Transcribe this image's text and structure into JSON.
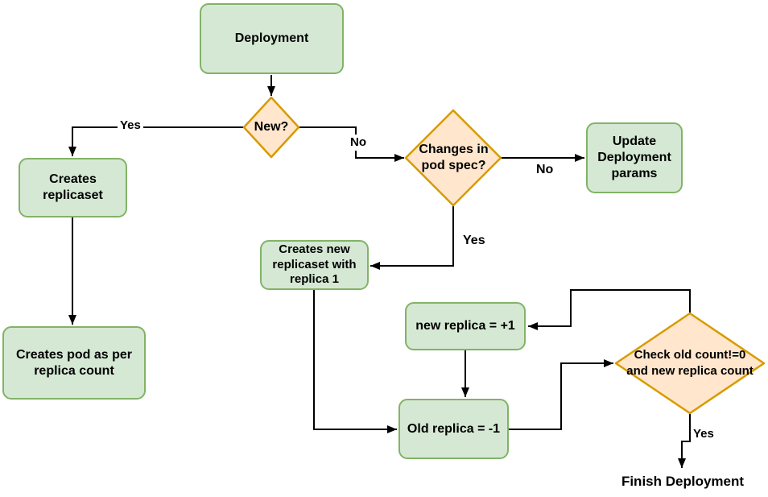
{
  "diagram": {
    "title": "Kubernetes Deployment flowchart",
    "background": "#ffffff",
    "colors": {
      "process_fill": "#d5e8d4",
      "process_stroke": "#82b366",
      "decision_fill": "#ffe6cc",
      "decision_stroke": "#d79b00",
      "connector": "#000000",
      "text": "#000000",
      "label_bg": "#ffffff"
    },
    "nodes": {
      "deployment": {
        "label": "Deployment",
        "type": "process"
      },
      "new_decision": {
        "label": "New?",
        "type": "decision"
      },
      "creates_replicaset": {
        "label": "Creates\nreplicaset",
        "type": "process"
      },
      "creates_pod": {
        "label": "Creates pod as per\nreplica count",
        "type": "process"
      },
      "changes_decision": {
        "label": "Changes in\npod spec?",
        "type": "decision"
      },
      "update_params": {
        "label": "Update\nDeployment\nparams",
        "type": "process"
      },
      "creates_new_replicaset": {
        "label": "Creates new\nreplicaset with\nreplica 1",
        "type": "process"
      },
      "new_replica": {
        "label": "new replica = +1",
        "type": "process"
      },
      "old_replica": {
        "label": "Old replica = -1",
        "type": "process"
      },
      "check_decision": {
        "label": "Check old count!=0\nand new replica count",
        "type": "decision"
      },
      "finish": {
        "label": "Finish Deployment",
        "type": "text"
      }
    },
    "edge_labels": {
      "new_yes": "Yes",
      "new_no": "No",
      "changes_no": "No",
      "changes_yes": "Yes",
      "check_yes": "Yes"
    }
  }
}
